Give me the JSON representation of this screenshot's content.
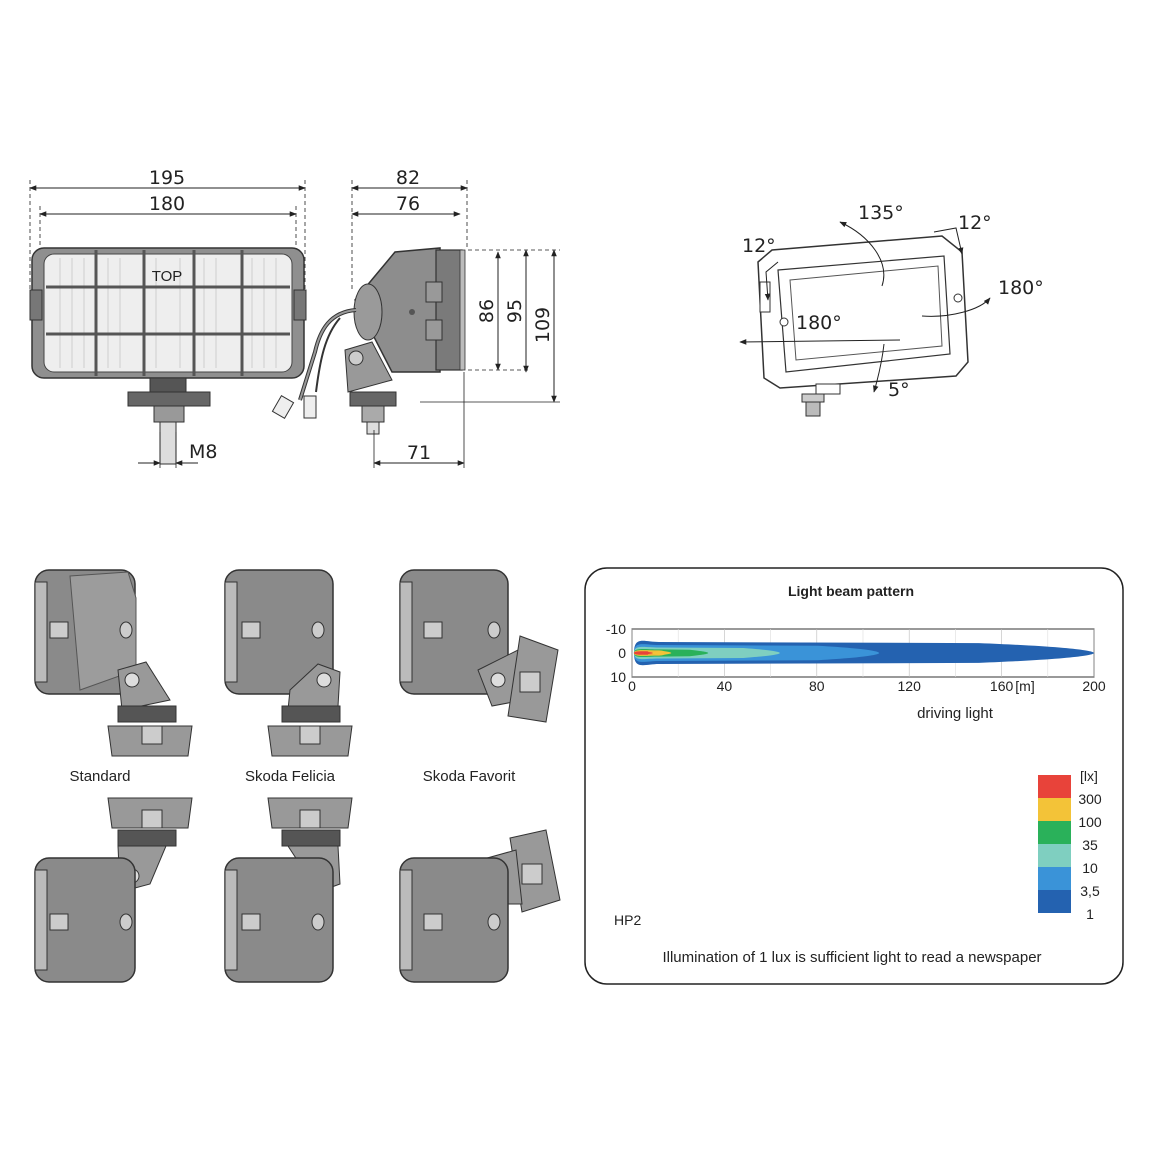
{
  "front_view": {
    "dim_overall_width": "195",
    "dim_inner_width": "180",
    "top_mark": "TOP",
    "thread": "M8"
  },
  "side_view": {
    "dim_overall_depth": "82",
    "dim_inner_depth": "76",
    "dim_height_86": "86",
    "dim_height_95": "95",
    "dim_height_109": "109",
    "dim_mount_offset": "71"
  },
  "adjustment_view": {
    "angle_tilt_up": "135°",
    "angle_left_12": "12°",
    "angle_right_12": "12°",
    "angle_swivel_right": "180°",
    "angle_swivel_left": "180°",
    "angle_tilt_down": "5°"
  },
  "mount_variants": {
    "standard": "Standard",
    "skoda_felicia": "Skoda Felicia",
    "skoda_favorit": "Skoda Favorit"
  },
  "beam_panel": {
    "title": "Light beam pattern",
    "beam_label": "driving light",
    "model": "HP2",
    "note": "Illumination of 1 lux is sufficient light to read a newspaper",
    "colors": {
      "lx300": "#e8433a",
      "lx100": "#f3c338",
      "lx35": "#2ab15a",
      "lx10": "#7fcfc0",
      "lx3_5": "#3a93d8",
      "lx1": "#2462b0"
    }
  },
  "chart_data": {
    "type": "heatmap",
    "x_ticks": [
      "0",
      "40",
      "80",
      "120",
      "160",
      "200"
    ],
    "x_unit": "[m]",
    "y_ticks": [
      "-10",
      "0",
      "10"
    ],
    "xlim": [
      0,
      200
    ],
    "ylim": [
      -10,
      10
    ],
    "legend": {
      "unit": "[lx]",
      "levels": [
        "300",
        "100",
        "35",
        "10",
        "3,5",
        "1"
      ]
    },
    "contours": [
      {
        "lux": 1,
        "x_end": 200
      },
      {
        "lux": 3.5,
        "x_end": 107
      },
      {
        "lux": 10,
        "x_end": 64
      },
      {
        "lux": 35,
        "x_end": 33
      },
      {
        "lux": 100,
        "x_end": 17
      },
      {
        "lux": 300,
        "x_end": 9
      }
    ]
  }
}
